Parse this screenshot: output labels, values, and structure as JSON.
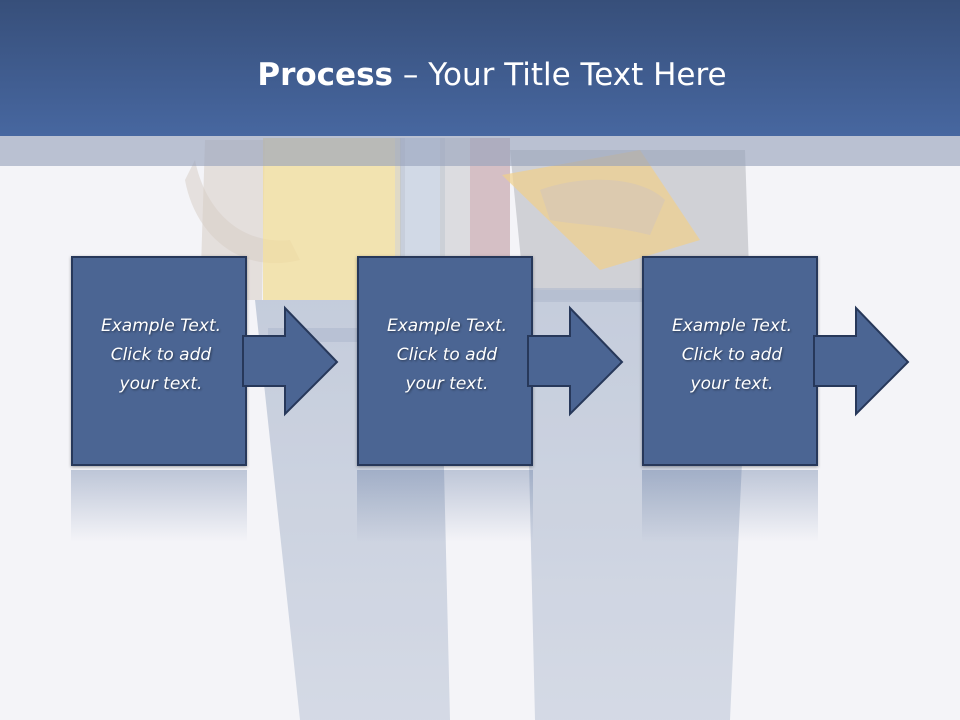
{
  "title": {
    "bold": "Process",
    "regular": " – Your Title Text Here"
  },
  "steps": [
    {
      "line1": "Example Text.",
      "line2": "Click  to add",
      "line3": "your text."
    },
    {
      "line1": "Example Text.",
      "line2": "Click  to add",
      "line3": "your text."
    },
    {
      "line1": "Example Text.",
      "line2": "Click  to add",
      "line3": "your text."
    }
  ],
  "colors": {
    "title_band": "#4767a0",
    "step_fill": "#4b6593",
    "step_border": "#27385a",
    "arrow_fill": "#4b6593",
    "text": "#ffffff"
  },
  "icons": [
    "arrow-right-icon"
  ]
}
